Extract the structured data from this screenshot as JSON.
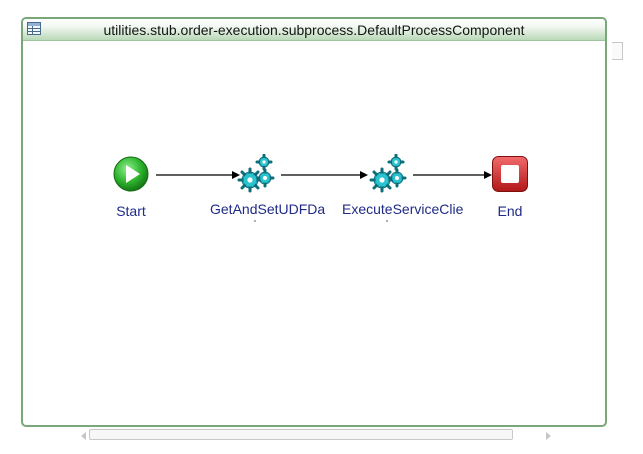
{
  "window": {
    "title": "utilities.stub.order-execution.subprocess.DefaultProcessComponent",
    "title_icon": "table-grid-icon"
  },
  "nodes": [
    {
      "id": "start",
      "label": "Start",
      "icon": "start-play-icon"
    },
    {
      "id": "getandsetudf",
      "label": "GetAndSetUDFDa",
      "icon": "gears-icon"
    },
    {
      "id": "executeservice",
      "label": "ExecuteServiceClie",
      "icon": "gears-icon"
    },
    {
      "id": "end",
      "label": "End",
      "icon": "end-stop-icon"
    }
  ],
  "colors": {
    "border": "#7aa77a",
    "label": "#1f2b86",
    "start_green": "#22a322",
    "gear_teal": "#1fa3b0",
    "end_red": "#d42a2a"
  }
}
